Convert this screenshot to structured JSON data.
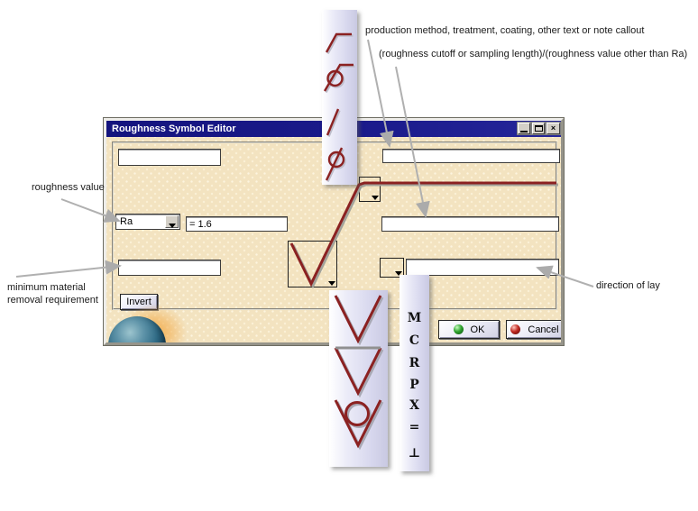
{
  "window": {
    "title": "Roughness Symbol Editor",
    "close_glyph": "×"
  },
  "colors": {
    "dialog_bg": "#F3E3C0",
    "titlebar_blue": "#16167F",
    "symbol_red": "#8B2121",
    "panel_lavender": "#DCDCF0",
    "annotation_line_gray": "#B0B0B0"
  },
  "fields": {
    "production_method_top_left": "",
    "production_method_top_right": "",
    "roughness_value": "= 1.6",
    "cutoff_value": "",
    "min_material_removal": "",
    "direction_of_lay_value": ""
  },
  "combo": {
    "roughness_parameter_selected": "Ra"
  },
  "buttons": {
    "invert": "Invert",
    "ok": "OK",
    "cancel": "Cancel"
  },
  "lay": {
    "options": [
      "M",
      "C",
      "R",
      "P",
      "X",
      "=",
      "⊥"
    ]
  },
  "symbol_menus": {
    "tail_style_options": [
      "bent-tail",
      "bent-tail-with-circle",
      "slash-tail",
      "slash-tail-with-circle"
    ],
    "basic_symbol_options": [
      "basic-surface",
      "material-removal-required",
      "material-removal-prohibited"
    ]
  },
  "annotations": {
    "production_method": "production method, treatment, coating, other text or note callout",
    "cutoff": "(roughness cutoff or sampling length)/(roughness value other than Ra)",
    "roughness_value": "roughness value",
    "min_material_line1": "minimum material",
    "min_material_line2": "removal requirement",
    "direction_of_lay": "direction of lay"
  }
}
